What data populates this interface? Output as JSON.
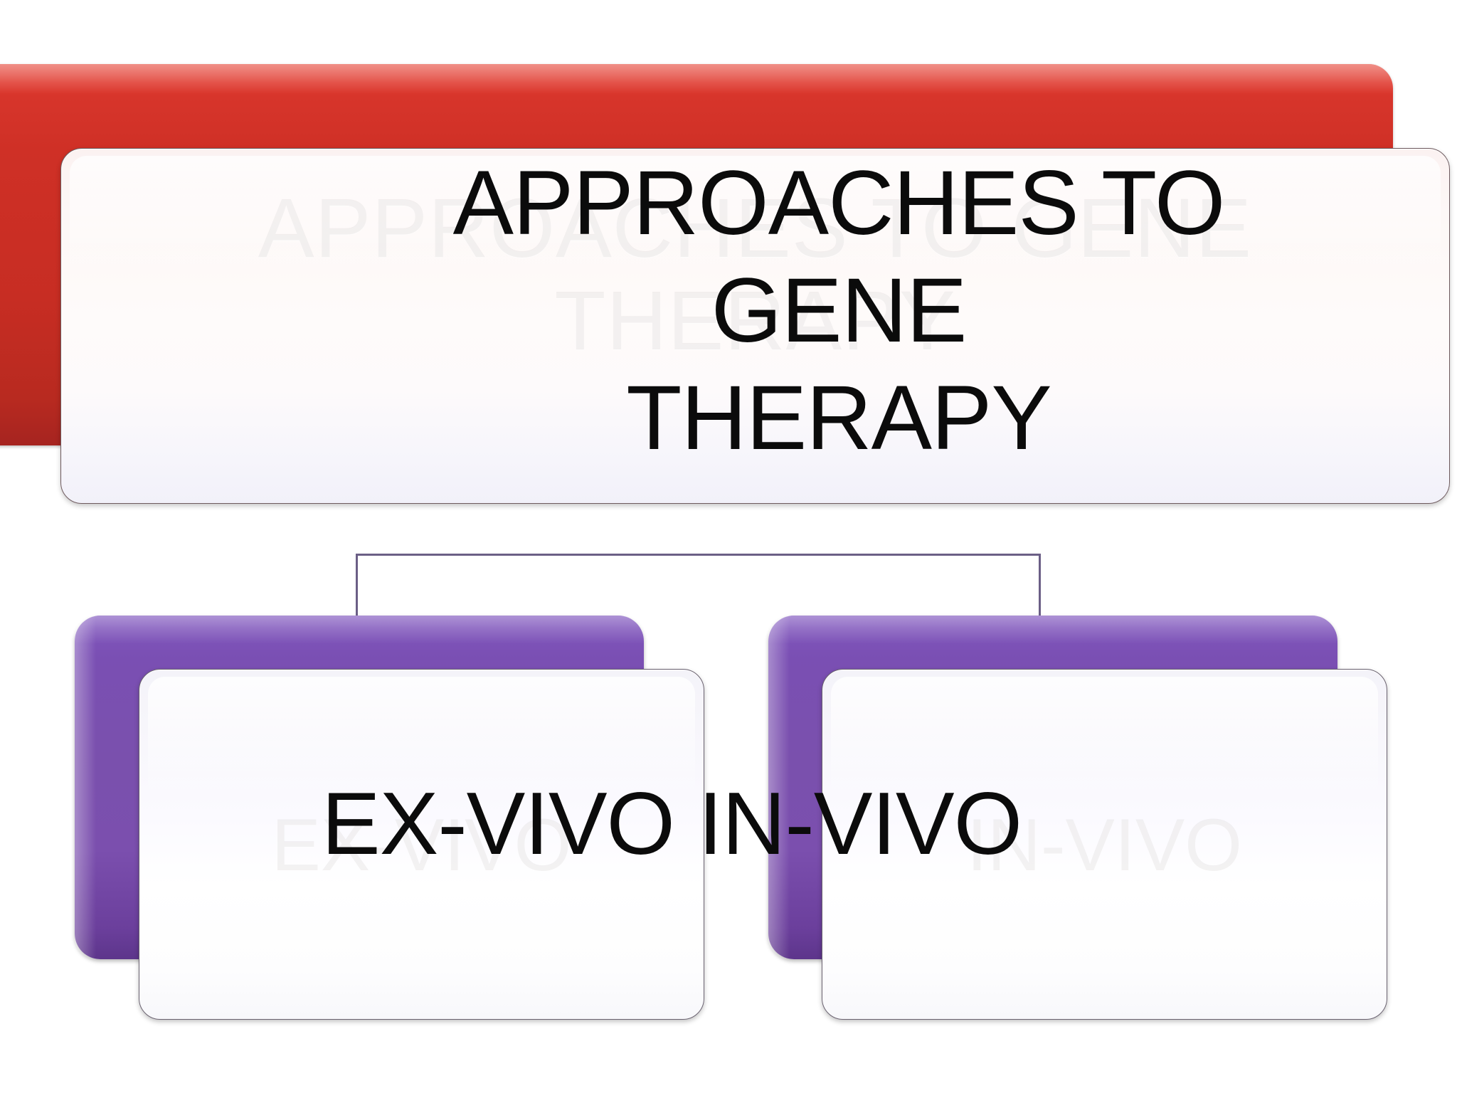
{
  "slide": {
    "background_color": "#ffffff",
    "title_node": {
      "label": "APPROACHES TO GENE THERAPY",
      "display_text": "APPROACHES TO\nGENE\nTHERAPY",
      "ghost_text": "APPROACHES TO GENE\nTHERAPY",
      "accent_color": "#cf3026",
      "plate_color": "#fdf7f6"
    },
    "connector": {
      "color": "#6b5f86",
      "style": "elbow"
    },
    "children": [
      {
        "label": "EX-VIVO",
        "ghost_text": "EX-VIVO",
        "accent_color": "#7a4fb3",
        "plate_color": "#fbfaff"
      },
      {
        "label": "IN-VIVO",
        "ghost_text": "IN-VIVO",
        "accent_color": "#7a4fb3",
        "plate_color": "#fbfaff"
      }
    ],
    "overlay": {
      "title_text": "APPROACHES TO\nGENE\nTHERAPY",
      "children_text": "EX-VIVO IN-VIVO"
    }
  }
}
